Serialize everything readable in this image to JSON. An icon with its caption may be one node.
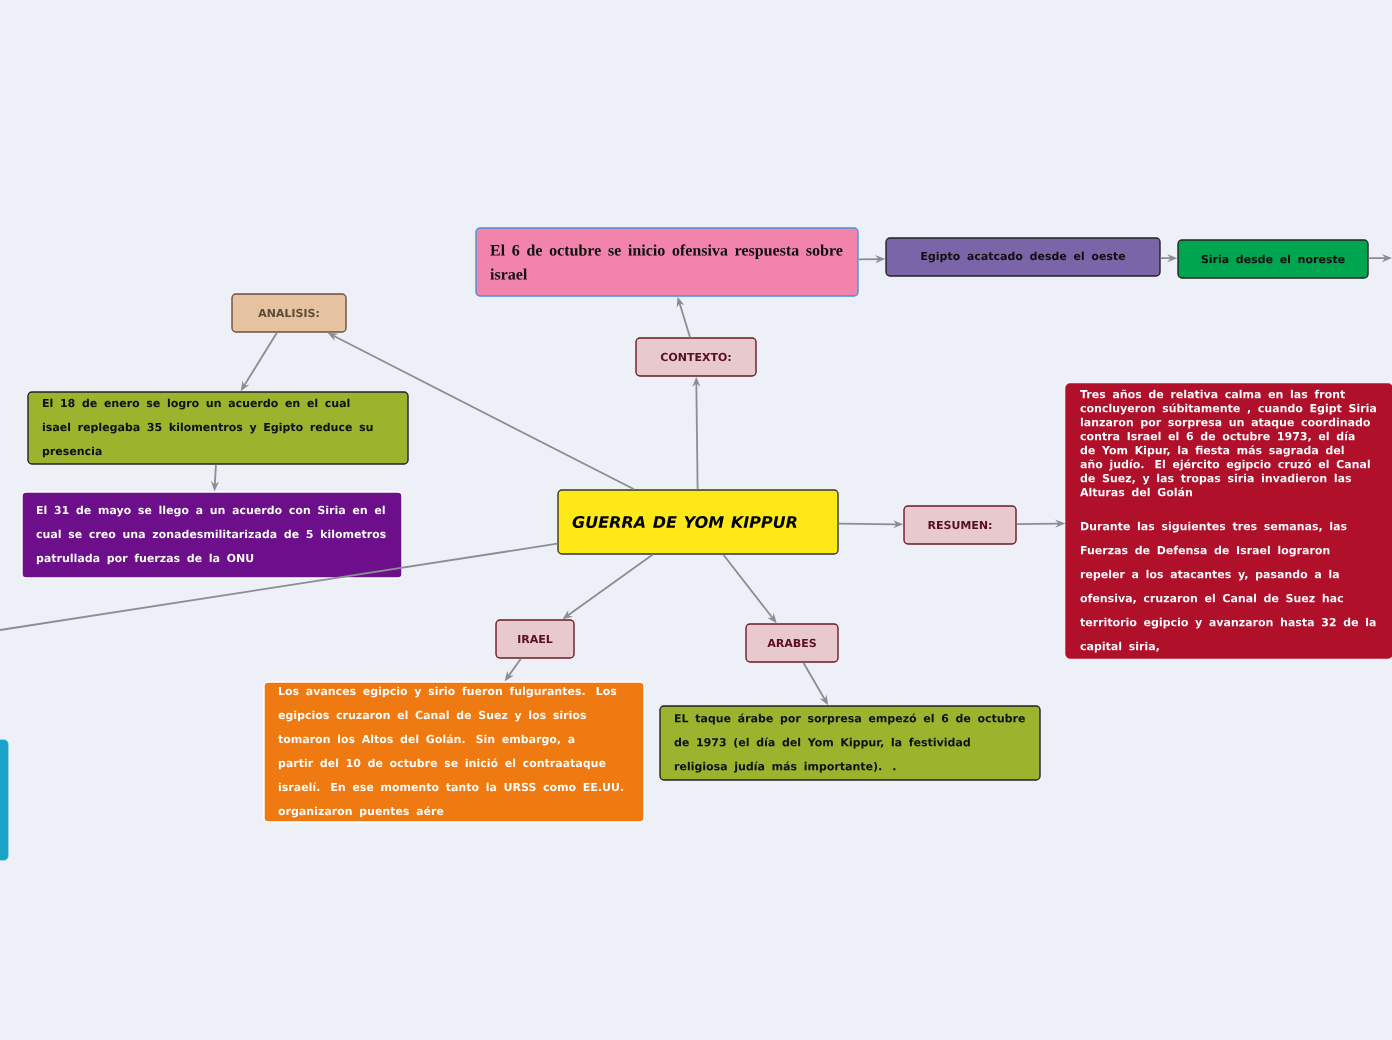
{
  "diagram": {
    "nodes": [
      {
        "text": [
          "GUERRA DE YOM KIPPUR"
        ]
      },
      {
        "text": [
          "CONTEXTO:"
        ]
      },
      {
        "text": [
          "El 6 de octubre se inicio  ofensiva respuesta sobre israel"
        ]
      },
      {
        "text": [
          "Egipto acatcado desde el oeste"
        ]
      },
      {
        "text": [
          "Siria desde el noreste"
        ]
      },
      {
        "text": [
          "ANALISIS:"
        ]
      },
      {
        "text": [
          "El 18 de enero se logro un acuerdo en el cual isael replegaba 35 kilomentros y Egipto reduce su presencia"
        ]
      },
      {
        "text": [
          "El 31 de mayo se llego a un acuerdo con Siria  en el cual se creo una zonadesmilitarizada de 5 kilometros patrullada por fuerzas de la ONU"
        ]
      },
      {
        "text": [
          "RESUMEN:"
        ]
      },
      {
        "text": [
          "Tres años de relativa calma en las front concluyeron súbitamente , cuando Egipt Siria lanzaron por sorpresa un ataque coordinado contra Israel el 6 de octubre 1973, el día de Yom Kipur, la fiesta más sagrada del año judío. El ejército egipcio cruzó el Canal de Suez, y las tropas siria invadieron las Alturas del Golán",
          "Durante las siguientes tres semanas, las Fuerzas de Defensa de Israel lograron repeler a los atacantes y, pasando a la ofensiva, cruzaron el Canal de Suez hac territorio egipcio y avanzaron hasta 32 de la capital siria,"
        ]
      },
      {
        "text": [
          "IRAEL"
        ]
      },
      {
        "text": [
          "Los avances egipcio y sirio fueron fulgurantes. Los egipcios cruzaron el Canal de Suez y los sirios tomaron los Altos del Golán. Sin embargo, a partir del 10 de octubre se inició el contraataque israelí. En ese momento tanto la URSS como EE.UU. organizaron puentes aére"
        ]
      },
      {
        "text": [
          "ARABES"
        ]
      },
      {
        "text": [
          "EL taque árabe por sorpresa empezó el 6 de octubre de 1973 (el día del Yom Kippur, la festividad religiosa judía más importante). ."
        ]
      },
      {
        "text": [],
        "shape": "box"
      }
    ],
    "edges": [
      {
        "from": 0,
        "to": 1,
        "arrow": "to"
      },
      {
        "from": 1,
        "to": 2,
        "arrow": "to"
      },
      {
        "from": 2,
        "to": 3,
        "arrow": "to"
      },
      {
        "from": 3,
        "to": 4,
        "arrow": "to"
      },
      {
        "from": 4,
        "to": null,
        "arrow": "to"
      },
      {
        "from": 0,
        "to": 5,
        "arrow": "to"
      },
      {
        "from": 5,
        "to": 6,
        "arrow": "to"
      },
      {
        "from": 6,
        "to": 7,
        "arrow": "to"
      },
      {
        "from": 0,
        "to": 8,
        "arrow": "to"
      },
      {
        "from": 8,
        "to": 9,
        "arrow": "to"
      },
      {
        "from": 0,
        "to": 10,
        "arrow": "to"
      },
      {
        "from": 10,
        "to": 11,
        "arrow": "to"
      },
      {
        "from": 0,
        "to": 12,
        "arrow": "to"
      },
      {
        "from": 12,
        "to": 13,
        "arrow": "to"
      },
      {
        "from": 0,
        "to": null,
        "arrow": "none"
      }
    ]
  }
}
